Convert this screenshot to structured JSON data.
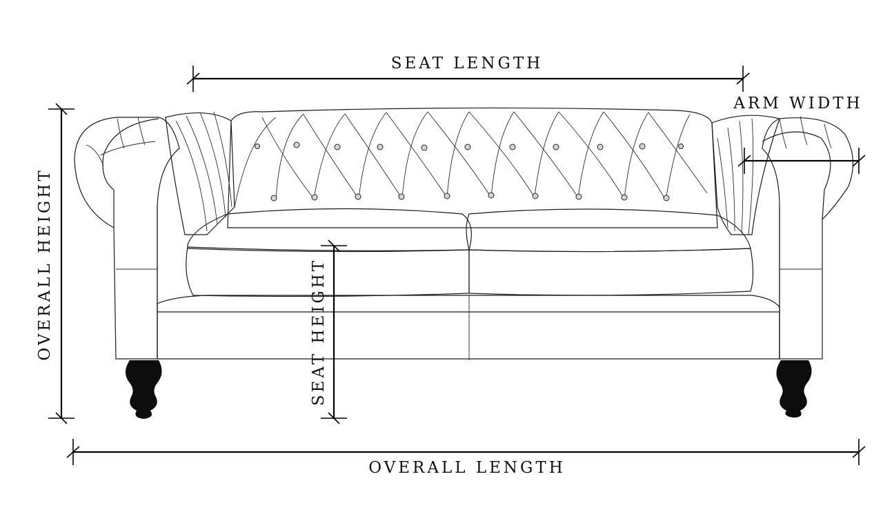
{
  "labels": {
    "seat_length": "SEAT LENGTH",
    "arm_width": "ARM WIDTH",
    "overall_height": "OVERALL HEIGHT",
    "seat_height": "SEAT HEIGHT",
    "overall_length": "OVERALL LENGTH"
  },
  "colors": {
    "line": "#000000",
    "sofa_fill": "#e2e2e2",
    "sofa_shadow": "#b9b9b9",
    "leg": "#0d0d0d"
  }
}
